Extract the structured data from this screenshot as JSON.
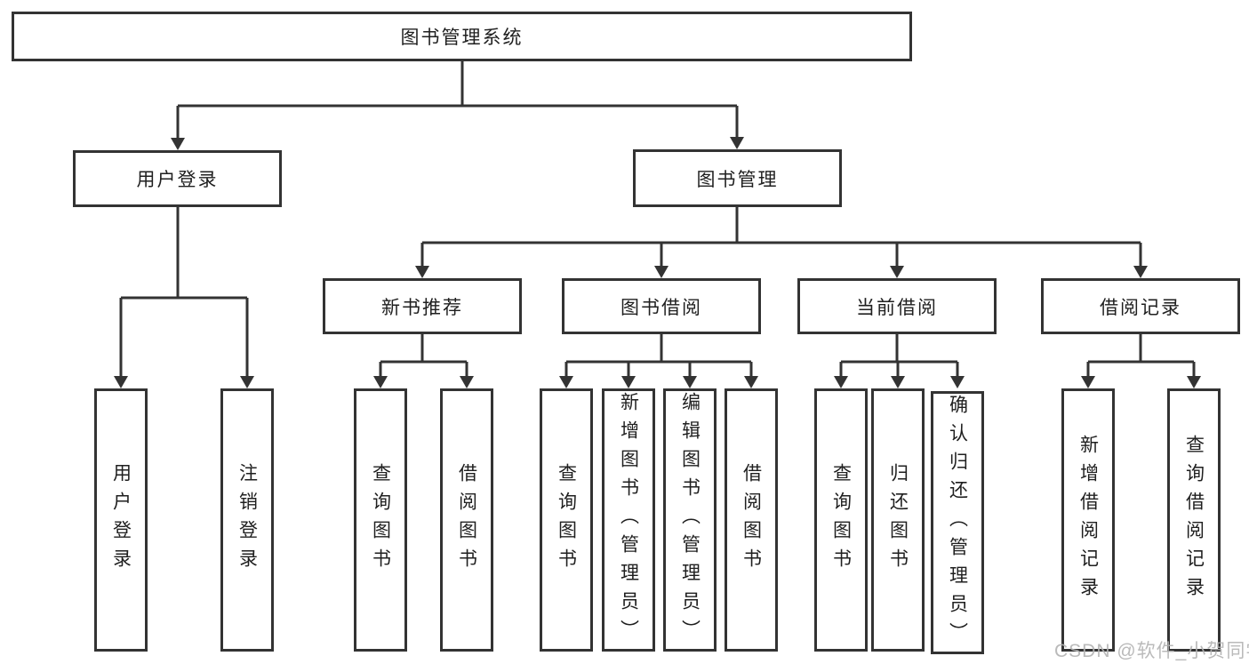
{
  "diagram": {
    "root": {
      "label": "图书管理系统"
    },
    "level2": [
      {
        "label": "用户登录"
      },
      {
        "label": "图书管理"
      }
    ],
    "level3": [
      {
        "label": "新书推荐"
      },
      {
        "label": "图书借阅"
      },
      {
        "label": "当前借阅"
      },
      {
        "label": "借阅记录"
      }
    ],
    "leaves": {
      "user_login": [
        "用户登录",
        "注销登录"
      ],
      "new_book": [
        "查询图书",
        "借阅图书"
      ],
      "book_borrow": [
        "查询图书",
        "新增图书（管理员）",
        "编辑图书（管理员）",
        "借阅图书"
      ],
      "current_borrow": [
        "查询图书",
        "归还图书",
        "确认归还（管理员）"
      ],
      "borrow_record": [
        "新增借阅记录",
        "查询借阅记录"
      ]
    },
    "colors": {
      "line": "#333333",
      "box_background": "#ffffff",
      "text": "#1f1f1f",
      "watermark": "#b3b3b3"
    }
  },
  "watermark": {
    "text": "CSDN @软件_小贺同学"
  }
}
